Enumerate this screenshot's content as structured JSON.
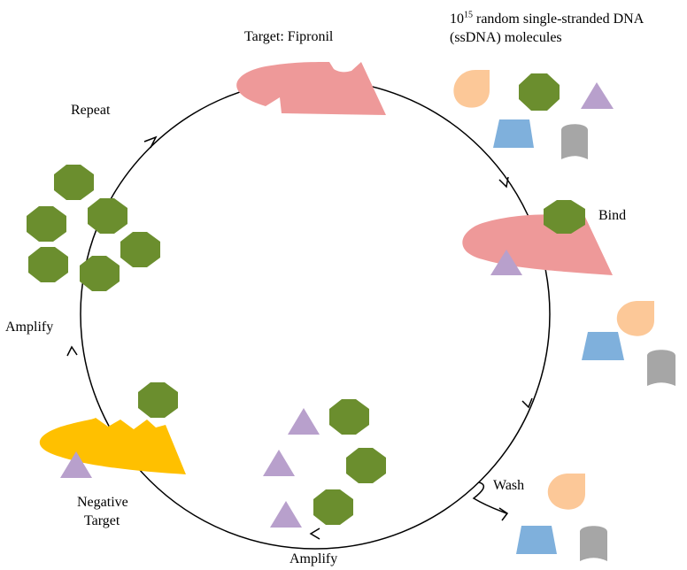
{
  "labels": {
    "target": "Target: Fipronil",
    "pool_base": "10",
    "pool_exp": "15",
    "pool_line1_rest": " random single-stranded DNA",
    "pool_line2": "(ssDNA) molecules",
    "repeat": "Repeat",
    "bind": "Bind",
    "amplify_left": "Amplify",
    "wash": "Wash",
    "negative_line1": "Negative",
    "negative_line2": "Target",
    "amplify_bottom": "Amplify"
  },
  "colors": {
    "target": "#ee9999",
    "negative_target": "#ffc000",
    "octagon": "#6b8e2e",
    "triangle": "#b8a0cc",
    "trapezoid": "#7fb0dc",
    "drop": "#fcc898",
    "cylinder": "#a6a6a6",
    "line": "#000000"
  }
}
